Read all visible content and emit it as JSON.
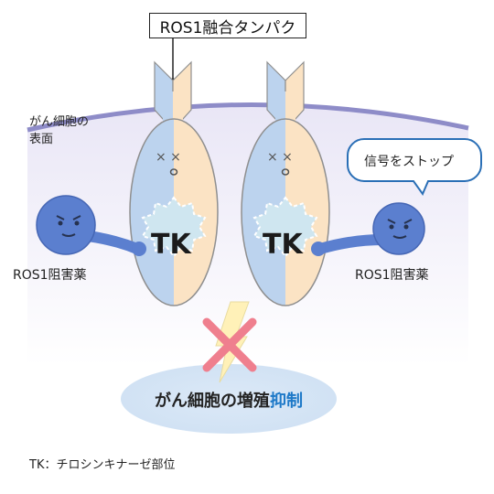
{
  "title": "ROS1融合タンパク",
  "cell_surface_label_line1": "がん細胞の",
  "cell_surface_label_line2": "表面",
  "tk_left": "TK",
  "tk_right": "TK",
  "drug_left": "ROS1阻害薬",
  "drug_right": "ROS1阻害薬",
  "speech": "信号をストップ",
  "result_main": "がん細胞の増殖",
  "result_highlight": "抑制",
  "footnote": "TK：チロシンキナーゼ部位",
  "colors": {
    "protein_blue": "#bcd3ee",
    "protein_peach": "#fbe3c4",
    "drug_blue": "#5b7fcf",
    "cross_pink": "#ef7f8e",
    "highlight_blue": "#1e79c8",
    "membrane": "#8e8cc8"
  }
}
